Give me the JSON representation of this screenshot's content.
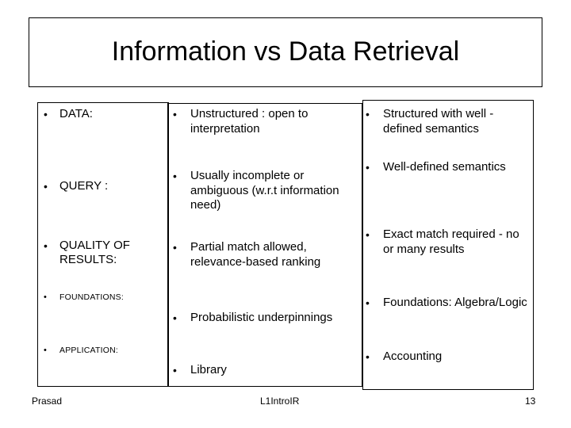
{
  "slide": {
    "title": "Information vs Data Retrieval",
    "columns": {
      "aspects": {
        "name": "aspects",
        "items": [
          {
            "label": "DATA:",
            "size": "large"
          },
          {
            "label": "QUERY :",
            "size": "large"
          },
          {
            "label": "QUALITY OF RESULTS:",
            "size": "large"
          },
          {
            "label": "FOUNDATIONS:",
            "size": "small"
          },
          {
            "label": "APPLICATION:",
            "size": "small"
          }
        ]
      },
      "information_retrieval": {
        "name": "information-retrieval",
        "items": [
          {
            "label": "Unstructured : open to interpretation"
          },
          {
            "label": "Usually incomplete or ambiguous (w.r.t information need)"
          },
          {
            "label": "Partial match allowed, relevance-based ranking"
          },
          {
            "label": "Probabilistic underpinnings"
          },
          {
            "label": "Library"
          }
        ]
      },
      "data_retrieval": {
        "name": "data-retrieval",
        "items": [
          {
            "label": "Structured with well -defined semantics"
          },
          {
            "label": "Well-defined semantics"
          },
          {
            "label": "Exact match required - no or many results"
          },
          {
            "label": "Foundations: Algebra/Logic"
          },
          {
            "label": "Accounting"
          }
        ]
      }
    }
  },
  "footer": {
    "author": "Prasad",
    "deck": "L1IntroIR",
    "page_number": "13"
  },
  "bullet_glyph": "•",
  "colors": {
    "background": "#ffffff",
    "text": "#000000",
    "border": "#000000"
  }
}
